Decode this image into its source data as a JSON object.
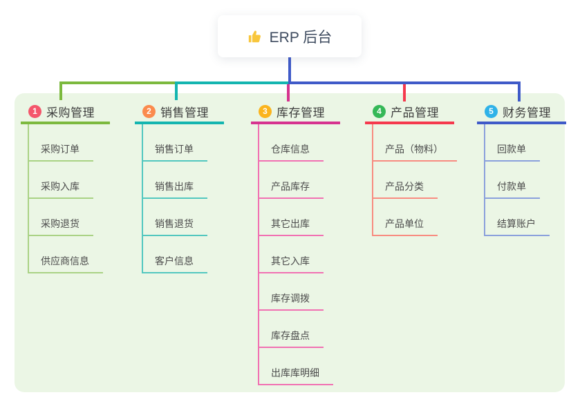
{
  "root": {
    "label": "ERP 后台",
    "icon": "thumbs-up-icon",
    "icon_color": "#F8C63C",
    "line_color": "#3F5AC8"
  },
  "panel_color": "#EBF6E5",
  "branches": [
    {
      "index": "1",
      "label": "采购管理",
      "badge_color": "#F4566B",
      "line_color": "#7CB93E",
      "sub_line_color": "#A9D284",
      "items": [
        "采购订单",
        "采购入库",
        "采购退货",
        "供应商信息"
      ]
    },
    {
      "index": "2",
      "label": "销售管理",
      "badge_color": "#FB8B4D",
      "line_color": "#14B5B0",
      "sub_line_color": "#52C7BF",
      "items": [
        "销售订单",
        "销售出库",
        "销售退货",
        "客户信息"
      ]
    },
    {
      "index": "3",
      "label": "库存管理",
      "badge_color": "#FBB41D",
      "line_color": "#D6338F",
      "sub_line_color": "#F170B2",
      "items": [
        "仓库信息",
        "产品库存",
        "其它出库",
        "其它入库",
        "库存调拨",
        "库存盘点",
        "出库库明细"
      ]
    },
    {
      "index": "4",
      "label": "产品管理",
      "badge_color": "#35B857",
      "line_color": "#F5394D",
      "sub_line_color": "#F88B80",
      "items": [
        "产品（物料）",
        "产品分类",
        "产品单位"
      ]
    },
    {
      "index": "5",
      "label": "财务管理",
      "badge_color": "#2FB2E8",
      "line_color": "#3F5AC8",
      "sub_line_color": "#8AA0DC",
      "items": [
        "回款单",
        "付款单",
        "结算账户"
      ]
    }
  ]
}
